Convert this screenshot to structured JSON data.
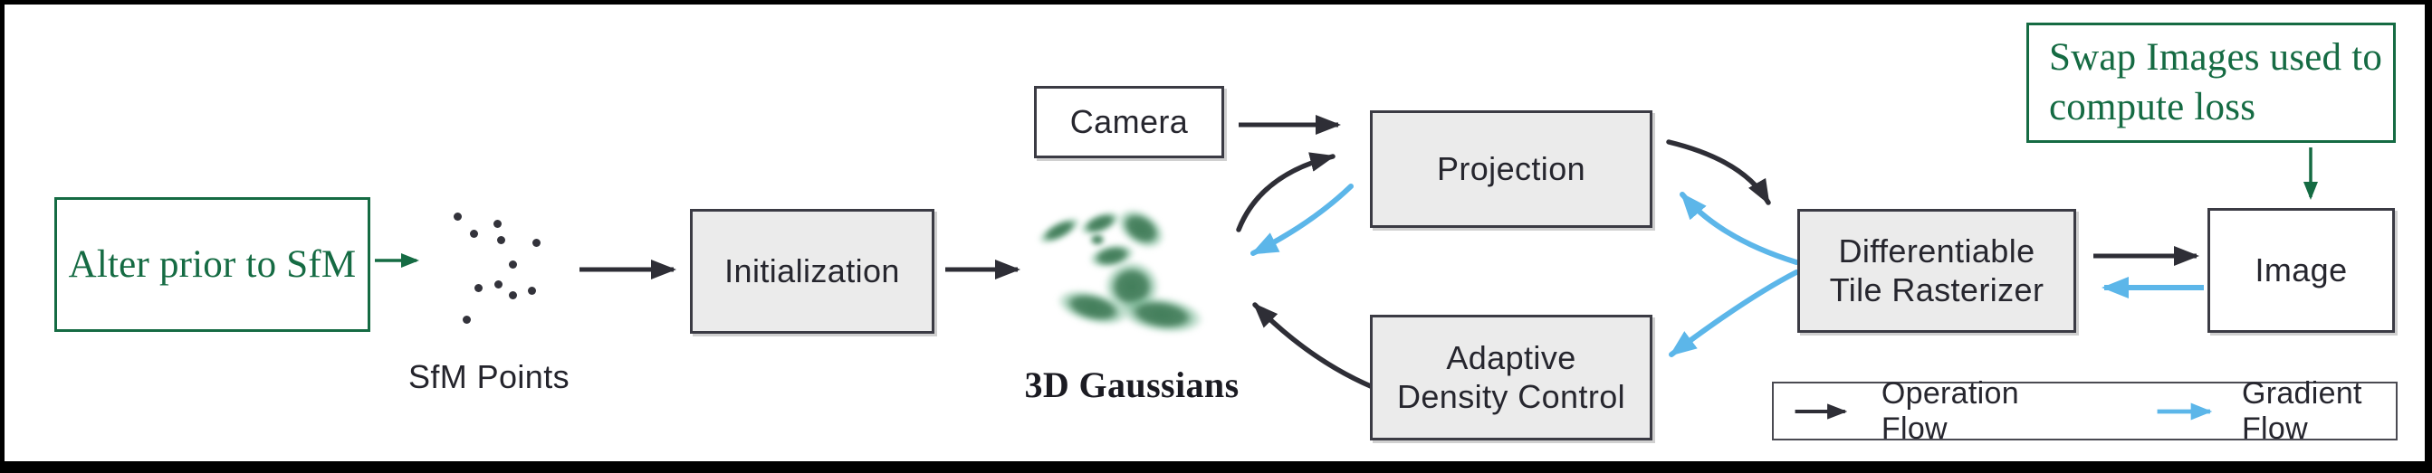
{
  "nodes": {
    "alter_note": {
      "label": "Alter prior to SfM"
    },
    "sfm_points": {
      "label": "SfM Points"
    },
    "initialization": {
      "label": "Initialization"
    },
    "gaussians": {
      "label": "3D Gaussians"
    },
    "camera": {
      "label": "Camera"
    },
    "projection": {
      "label": "Projection"
    },
    "adaptive_density_control": {
      "lines": [
        "Adaptive",
        "Density Control"
      ]
    },
    "differentiable_tile_rasterizer": {
      "lines": [
        "Differentiable",
        "Tile Rasterizer"
      ]
    },
    "image": {
      "label": "Image"
    },
    "swap_note": {
      "lines": [
        "Swap Images used to",
        "compute loss"
      ]
    }
  },
  "legend": {
    "operation_flow": "Operation Flow",
    "gradient_flow": "Gradient Flow"
  },
  "icons": {
    "sfm_scatter": "dot-scatter",
    "gaussians_blob": "green-gaussian-ellipse-cluster",
    "operation_arrow": "black-right-arrow",
    "gradient_arrow": "blue-right-arrow",
    "annotation_arrow": "green-arrow"
  },
  "colors": {
    "annotation_green": "#156b43",
    "gradient_blue": "#5cb6e9",
    "operation_ink": "#2e2e36",
    "node_fill": "#ebebeb",
    "node_border": "#3b3b44",
    "gaussian_green": "#3b7954"
  }
}
